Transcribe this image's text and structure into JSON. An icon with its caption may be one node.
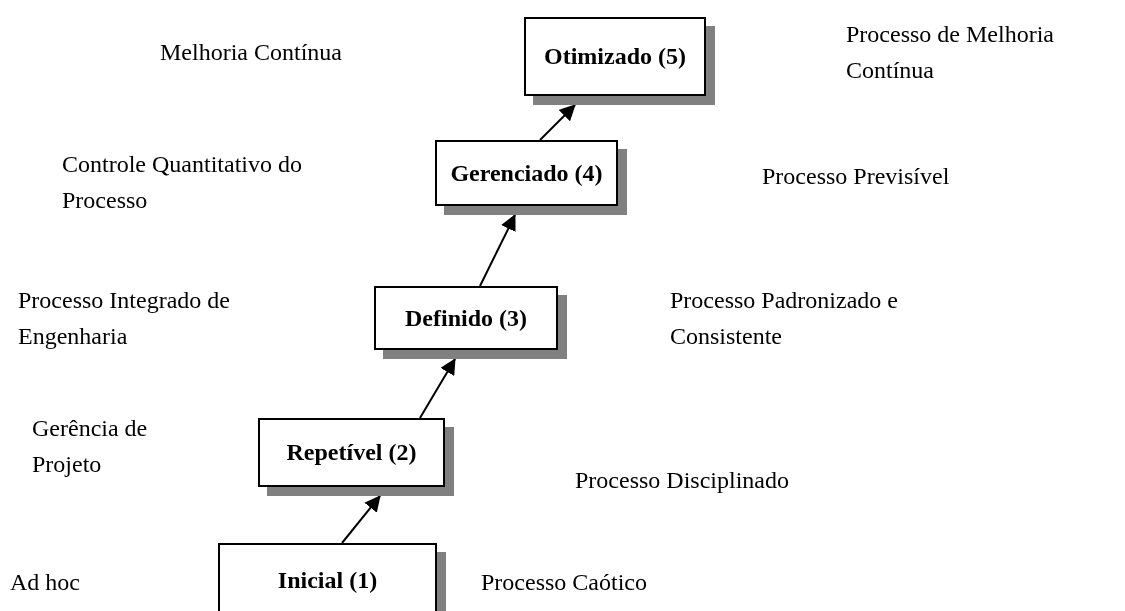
{
  "diagram": {
    "nodes": [
      {
        "text": [
          "Otimizado (5)"
        ]
      },
      {
        "text": [
          "Gerenciado (4)"
        ]
      },
      {
        "text": [
          "Definido (3)"
        ]
      },
      {
        "text": [
          "Repetível (2)"
        ]
      },
      {
        "text": [
          "Inicial (1)"
        ]
      }
    ],
    "edges": [
      {
        "from": 4,
        "to": 3,
        "arrow": "to"
      },
      {
        "from": 3,
        "to": 2,
        "arrow": "to"
      },
      {
        "from": 2,
        "to": 1,
        "arrow": "to"
      },
      {
        "from": 1,
        "to": 0,
        "arrow": "to"
      }
    ],
    "labels": [
      "Melhoria Contínua",
      "Processo de Melhoria Contínua",
      "Controle Quantitativo do Processo",
      "Processo Previsível",
      "Processo Integrado de Engenharia",
      "Processo Padronizado e Consistente",
      "Gerência de Projeto",
      "Processo Disciplinado",
      "Ad hoc",
      "Processo Caótico"
    ]
  }
}
